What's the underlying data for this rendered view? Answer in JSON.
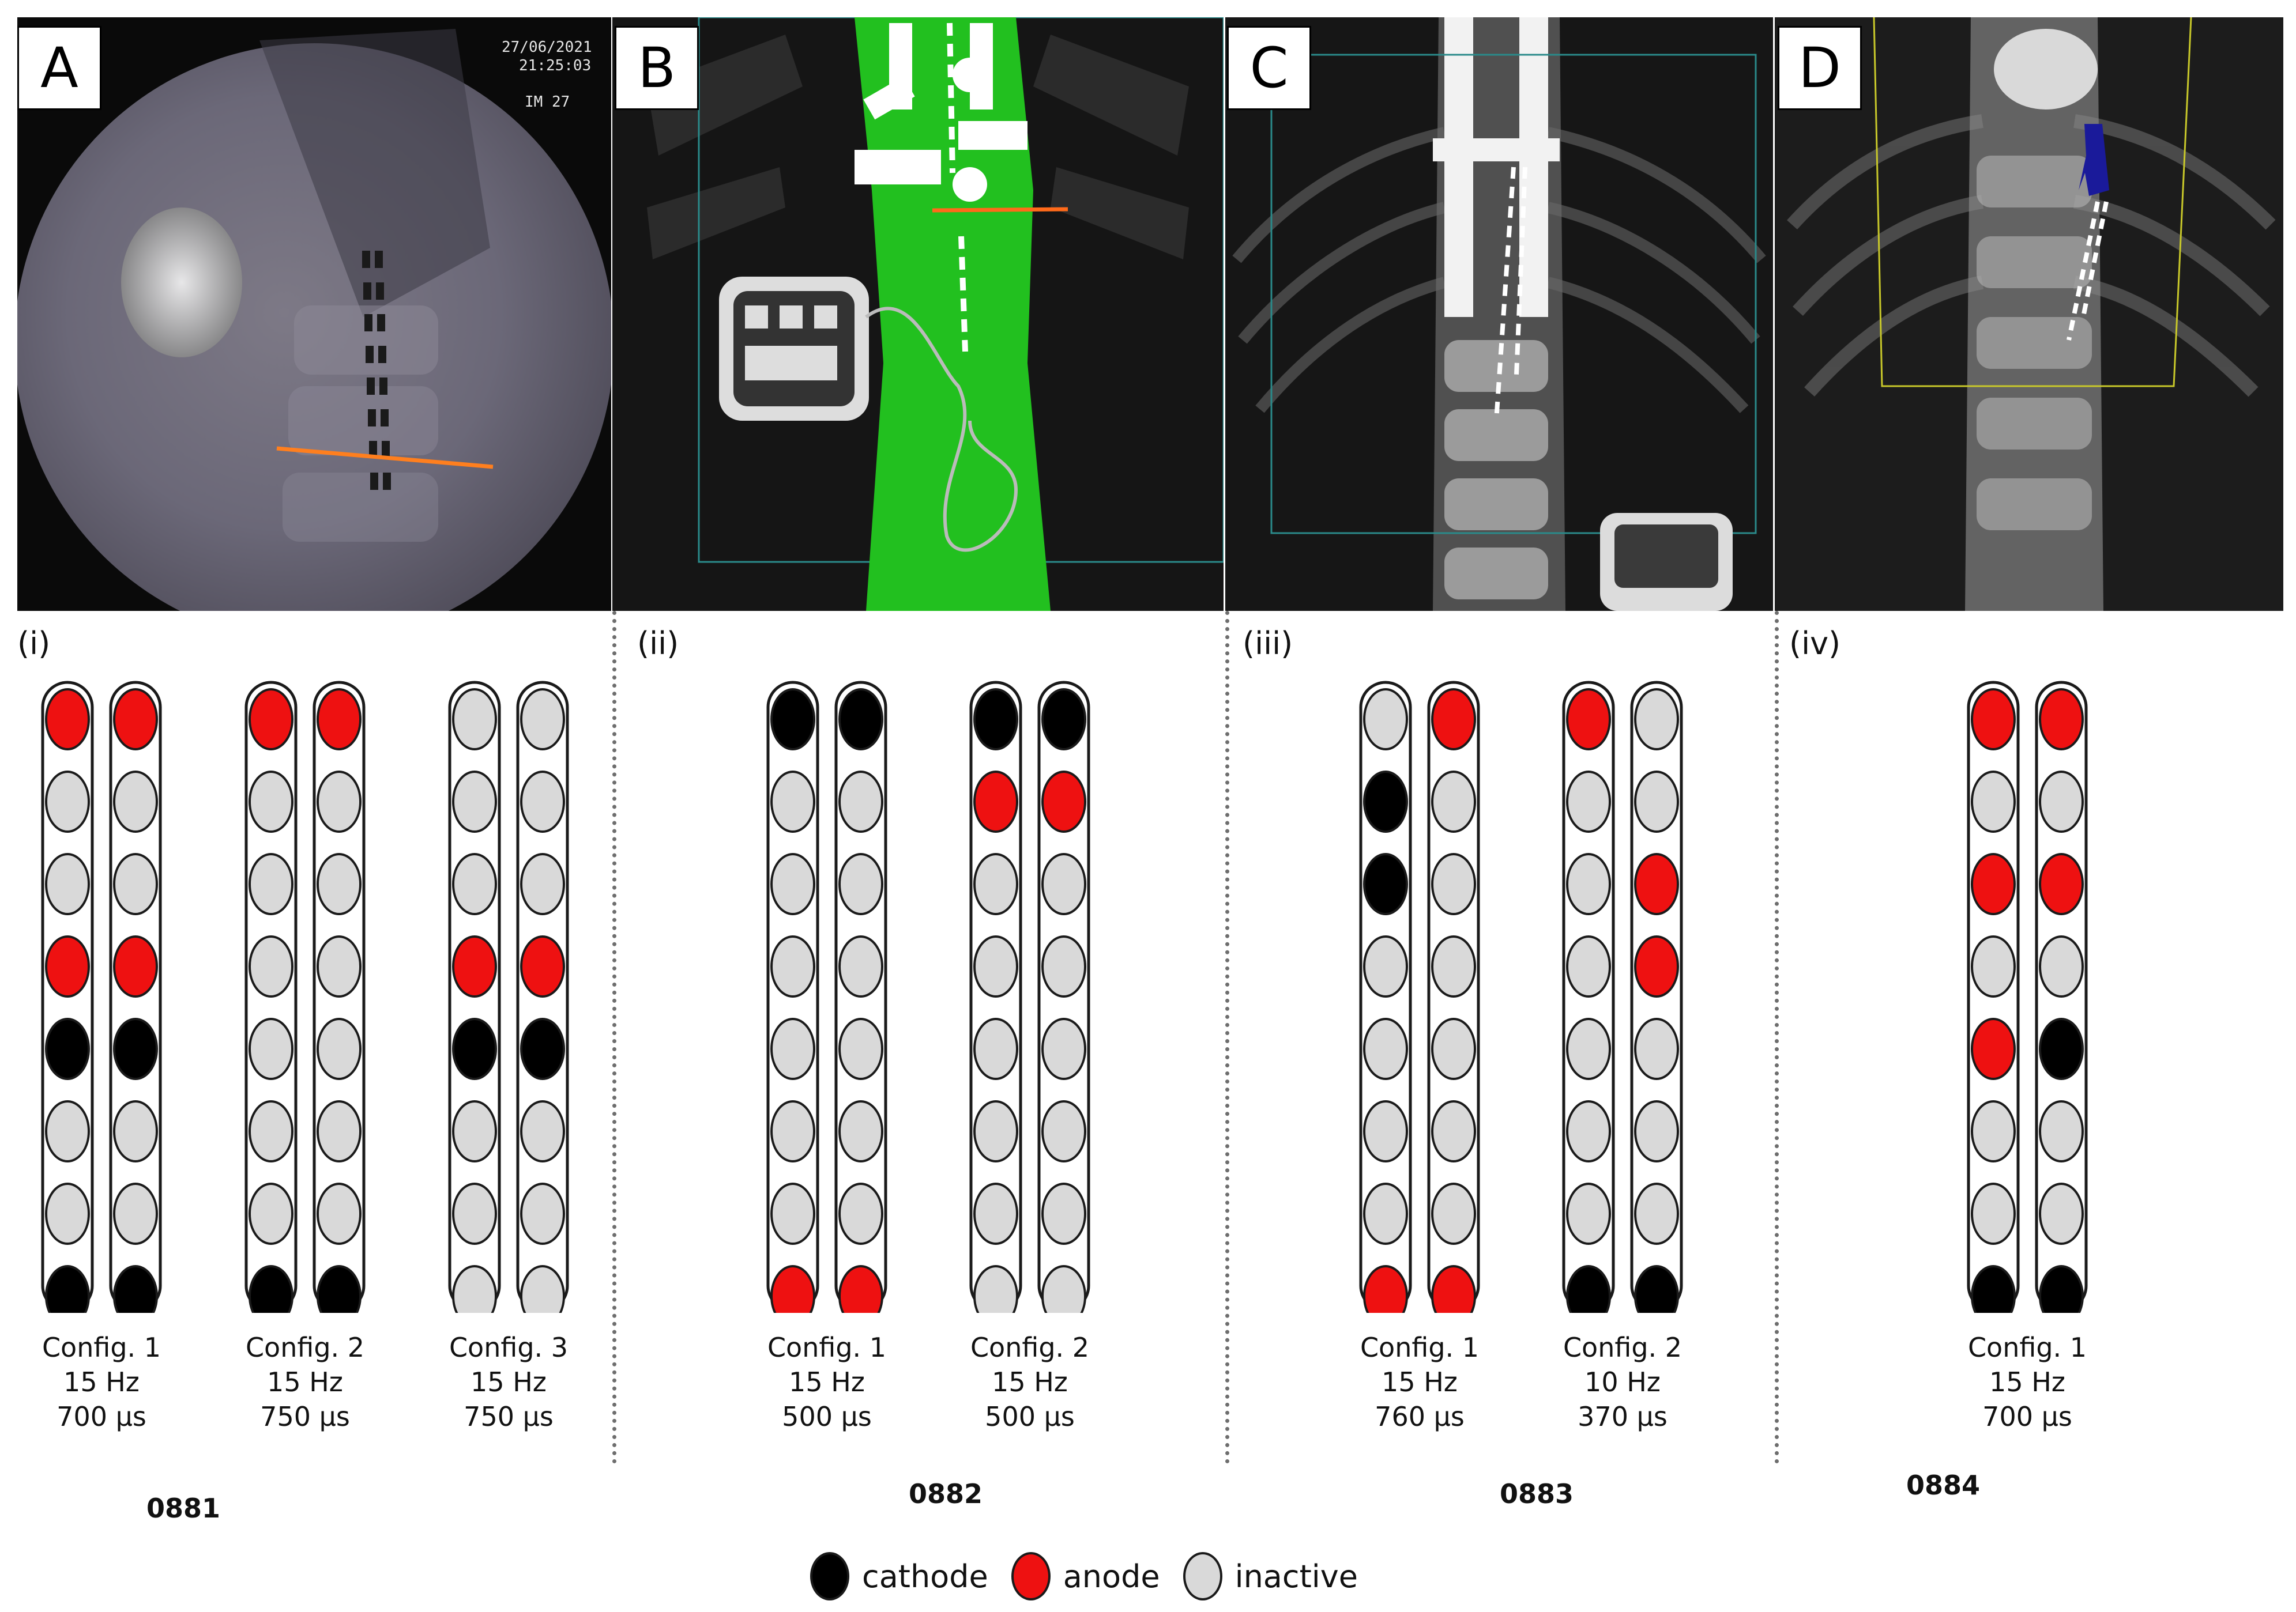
{
  "colors": {
    "cathode": "#000000",
    "anode": "#ee1111",
    "inactive": "#d9d9d9"
  },
  "panels": [
    {
      "letter": "A",
      "roman": "(i)",
      "image": {
        "type": "fluoroscopy",
        "date_stamp": "27/06/2021",
        "time_stamp": "21:25:03",
        "frame_stamp": "IM   27"
      },
      "patient": "0881",
      "configs": [
        {
          "label": "Config. 1",
          "frequency": "15 Hz",
          "pulse_width": "700 µs",
          "leads": [
            [
              "anode",
              "inactive",
              "inactive",
              "anode",
              "cathode",
              "inactive",
              "inactive",
              "cathode"
            ],
            [
              "anode",
              "inactive",
              "inactive",
              "anode",
              "cathode",
              "inactive",
              "inactive",
              "cathode"
            ]
          ]
        },
        {
          "label": "Config. 2",
          "frequency": "15 Hz",
          "pulse_width": "750 µs",
          "leads": [
            [
              "anode",
              "inactive",
              "inactive",
              "inactive",
              "inactive",
              "inactive",
              "inactive",
              "cathode"
            ],
            [
              "anode",
              "inactive",
              "inactive",
              "inactive",
              "inactive",
              "inactive",
              "inactive",
              "cathode"
            ]
          ]
        },
        {
          "label": "Config. 3",
          "frequency": "15 Hz",
          "pulse_width": "750 µs",
          "leads": [
            [
              "inactive",
              "inactive",
              "inactive",
              "anode",
              "cathode",
              "inactive",
              "inactive",
              "inactive"
            ],
            [
              "inactive",
              "inactive",
              "inactive",
              "anode",
              "cathode",
              "inactive",
              "inactive",
              "inactive"
            ]
          ]
        }
      ]
    },
    {
      "letter": "B",
      "roman": "(ii)",
      "image": {
        "type": "xray-overlay"
      },
      "patient": "0882",
      "configs": [
        {
          "label": "Config. 1",
          "frequency": "15 Hz",
          "pulse_width": "500 µs",
          "leads": [
            [
              "cathode",
              "inactive",
              "inactive",
              "inactive",
              "inactive",
              "inactive",
              "inactive",
              "anode"
            ],
            [
              "cathode",
              "inactive",
              "inactive",
              "inactive",
              "inactive",
              "inactive",
              "inactive",
              "anode"
            ]
          ]
        },
        {
          "label": "Config. 2",
          "frequency": "15 Hz",
          "pulse_width": "500 µs",
          "leads": [
            [
              "cathode",
              "anode",
              "inactive",
              "inactive",
              "inactive",
              "inactive",
              "inactive",
              "inactive"
            ],
            [
              "cathode",
              "anode",
              "inactive",
              "inactive",
              "inactive",
              "inactive",
              "inactive",
              "inactive"
            ]
          ]
        }
      ]
    },
    {
      "letter": "C",
      "roman": "(iii)",
      "image": {
        "type": "xray"
      },
      "patient": "0883",
      "configs": [
        {
          "label": "Config. 1",
          "frequency": "15 Hz",
          "pulse_width": "760 µs",
          "leads": [
            [
              "inactive",
              "cathode",
              "cathode",
              "inactive",
              "inactive",
              "inactive",
              "inactive",
              "anode"
            ],
            [
              "anode",
              "inactive",
              "inactive",
              "inactive",
              "inactive",
              "inactive",
              "inactive",
              "anode"
            ]
          ]
        },
        {
          "label": "Config. 2",
          "frequency": "10 Hz",
          "pulse_width": "370 µs",
          "leads": [
            [
              "anode",
              "inactive",
              "inactive",
              "inactive",
              "inactive",
              "inactive",
              "inactive",
              "cathode"
            ],
            [
              "inactive",
              "inactive",
              "anode",
              "anode",
              "inactive",
              "inactive",
              "inactive",
              "cathode"
            ]
          ]
        }
      ]
    },
    {
      "letter": "D",
      "roman": "(iv)",
      "image": {
        "type": "xray"
      },
      "patient": "0884",
      "configs": [
        {
          "label": "Config. 1",
          "frequency": "15 Hz",
          "pulse_width": "700 µs",
          "leads": [
            [
              "anode",
              "inactive",
              "anode",
              "inactive",
              "anode",
              "inactive",
              "inactive",
              "cathode"
            ],
            [
              "anode",
              "inactive",
              "anode",
              "inactive",
              "cathode",
              "inactive",
              "inactive",
              "cathode"
            ]
          ]
        }
      ]
    }
  ],
  "legend": [
    {
      "state": "cathode",
      "label": "cathode"
    },
    {
      "state": "anode",
      "label": "anode"
    },
    {
      "state": "inactive",
      "label": "inactive"
    }
  ]
}
